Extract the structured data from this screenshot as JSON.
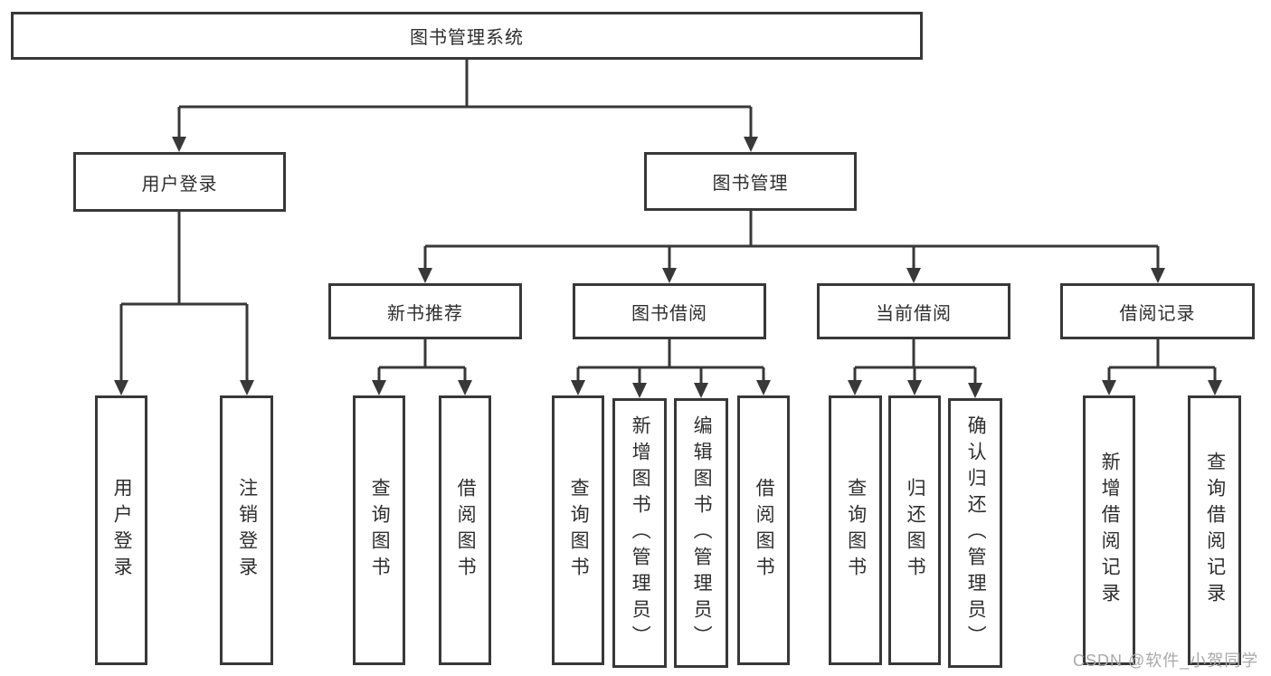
{
  "title": "图书管理系统",
  "branches": [
    {
      "label": "用户登录",
      "leaves": [
        "用户登录",
        "注销登录"
      ]
    },
    {
      "label": "图书管理",
      "groups": [
        {
          "label": "新书推荐",
          "leaves": [
            "查询图书",
            "借阅图书"
          ]
        },
        {
          "label": "图书借阅",
          "leaves": [
            "查询图书",
            "新增图书（管理员）",
            "编辑图书（管理员）",
            "借阅图书"
          ]
        },
        {
          "label": "当前借阅",
          "leaves": [
            "查询图书",
            "归还图书",
            "确认归还（管理员）"
          ]
        },
        {
          "label": "借阅记录",
          "leaves": [
            "新增借阅记录",
            "查询借阅记录"
          ]
        }
      ]
    }
  ],
  "watermark": "CSDN @软件_小贺同学",
  "colors": {
    "line": "#383838",
    "box_border": "#383838",
    "text": "#2e2e2e",
    "watermark": "#a9a9a9",
    "background": "#ffffff"
  }
}
